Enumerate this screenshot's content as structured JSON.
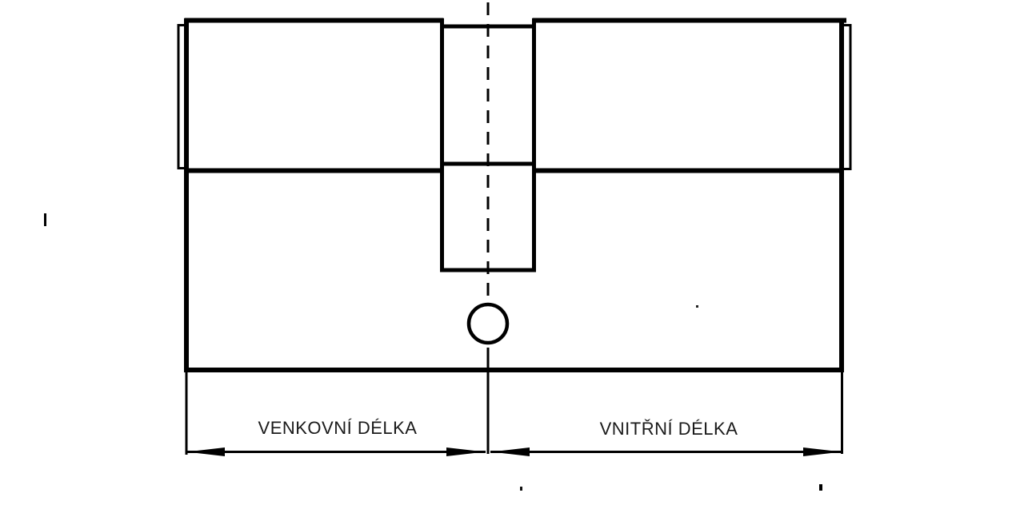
{
  "diagram": {
    "type": "technical-drawing",
    "subject": "euro-profile lock cylinder side view with length dimensioning",
    "labels": {
      "outer_length": "VENKOVNÍ DÉLKA",
      "inner_length": "VNITŘNÍ DÉLKA"
    },
    "colors": {
      "line": "#000000",
      "background": "#ffffff"
    }
  }
}
